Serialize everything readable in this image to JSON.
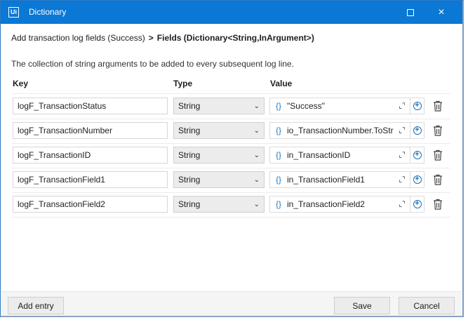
{
  "window": {
    "title": "Dictionary",
    "logo_text": "Ui",
    "controls": {
      "maximize": "maximize-icon",
      "close": "×"
    }
  },
  "breadcrumb": {
    "parent": "Add transaction log fields (Success)",
    "separator": ">",
    "current": "Fields (Dictionary<String,InArgument>)"
  },
  "description": "The collection of string arguments to be added to every subsequent log line.",
  "columns": {
    "key": "Key",
    "type": "Type",
    "value": "Value"
  },
  "rows": [
    {
      "key": "logF_TransactionStatus",
      "type": "String",
      "value": "\"Success\""
    },
    {
      "key": "logF_TransactionNumber",
      "type": "String",
      "value": "io_TransactionNumber.ToStr"
    },
    {
      "key": "logF_TransactionID",
      "type": "String",
      "value": "in_TransactionID"
    },
    {
      "key": "logF_TransactionField1",
      "type": "String",
      "value": "in_TransactionField1"
    },
    {
      "key": "logF_TransactionField2",
      "type": "String",
      "value": "in_TransactionField2"
    }
  ],
  "icons": {
    "brace": "{}",
    "chevron": "⌄",
    "expand": "⌞⌝",
    "plus": "+"
  },
  "footer": {
    "add_entry": "Add entry",
    "save": "Save",
    "cancel": "Cancel"
  },
  "colors": {
    "titlebar": "#0a78d4",
    "accent": "#1f6fb5"
  }
}
